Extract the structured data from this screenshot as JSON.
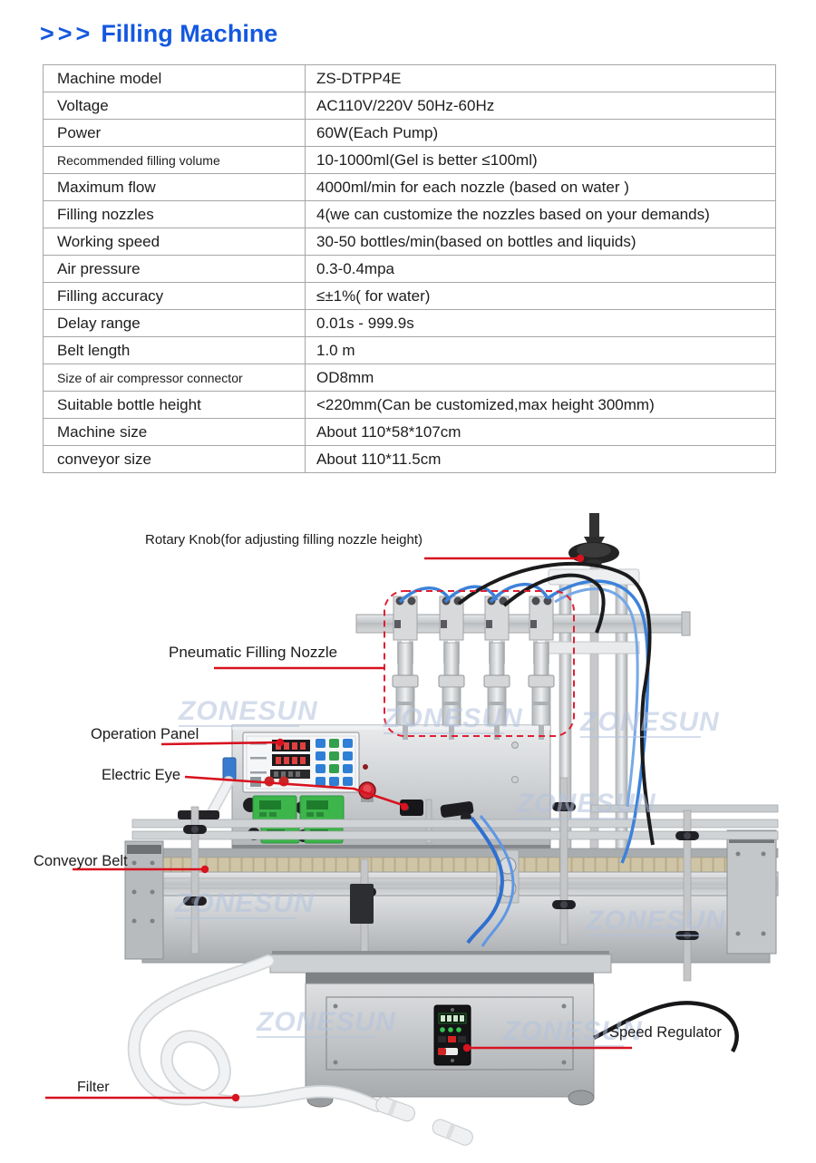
{
  "header": {
    "arrows": ">>>",
    "title": "Filling Machine"
  },
  "specs": {
    "rows": [
      {
        "label": "Machine model",
        "value": "ZS-DTPP4E"
      },
      {
        "label": "Voltage",
        "value": "AC110V/220V 50Hz-60Hz"
      },
      {
        "label": "Power",
        "value": "60W(Each Pump)"
      },
      {
        "label": "Recommended filling volume",
        "value": "10-1000ml(Gel is better ≤100ml)"
      },
      {
        "label": "Maximum flow",
        "value": "4000ml/min for each nozzle (based on water )"
      },
      {
        "label": "Filling nozzles",
        "value": "4(we can customize the nozzles based on your demands)"
      },
      {
        "label": "Working speed",
        "value": "30-50 bottles/min(based on bottles and liquids)"
      },
      {
        "label": "Air pressure",
        "value": "0.3-0.4mpa"
      },
      {
        "label": "Filling accuracy",
        "value": "≤±1%( for water)"
      },
      {
        "label": "Delay range",
        "value": "0.01s - 999.9s"
      },
      {
        "label": "Belt length",
        "value": "1.0 m"
      },
      {
        "label": "Size of air compressor connector",
        "value": "OD8mm"
      },
      {
        "label": "Suitable bottle height",
        "value": "<220mm(Can be customized,max height 300mm)"
      },
      {
        "label": "Machine size",
        "value": "About 110*58*107cm"
      },
      {
        "label": "conveyor size",
        "value": "About  110*11.5cm"
      }
    ]
  },
  "figure": {
    "labels": {
      "rotary_knob": "Rotary Knob(for adjusting filling nozzle height)",
      "pneumatic_nozzle": "Pneumatic Filling Nozzle",
      "operation_panel": "Operation Panel",
      "electric_eye": "Electric Eye",
      "conveyor_belt": "Conveyor Belt",
      "speed_regulator": "Speed Regulator",
      "filter": "Filter"
    }
  },
  "watermark": {
    "text": "ZONESUN"
  },
  "colors": {
    "title_blue": "#1458e0",
    "callout_red": "#d8121f"
  }
}
